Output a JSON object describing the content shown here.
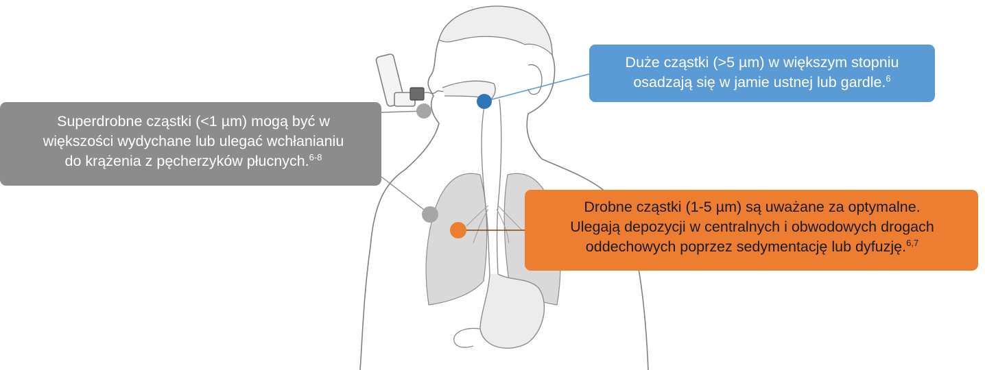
{
  "colors": {
    "gray_box": "#8c8c8c",
    "blue_box": "#5b9bd5",
    "orange_box": "#ed7d31",
    "gray_dot": "#a6a6a6",
    "blue_dot": "#2e75b6",
    "orange_dot": "#ed7d31",
    "lung_fill": "#d9d9d9",
    "outline": "#7f7f7f"
  },
  "callouts": {
    "ultrafine": {
      "lines": [
        "Superdrobne cząstki (<1 µm) mogą być w",
        "większości wydychane lub ulegać wchłanianiu",
        "do krążenia z pęcherzyków płucnych."
      ],
      "ref": "6-8"
    },
    "large": {
      "lines": [
        "Duże cząstki (>5 µm) w większym stopniu",
        "osadzają się w jamie ustnej lub gardle."
      ],
      "ref": "6"
    },
    "fine": {
      "lines": [
        "Drobne cząstki (1-5 µm) są uważane za optymalne.",
        "Ulegają depozycji w centralnych i obwodowych drogach",
        "oddechowych poprzez sedymentację lub dyfuzję."
      ],
      "ref": "6,7"
    }
  }
}
